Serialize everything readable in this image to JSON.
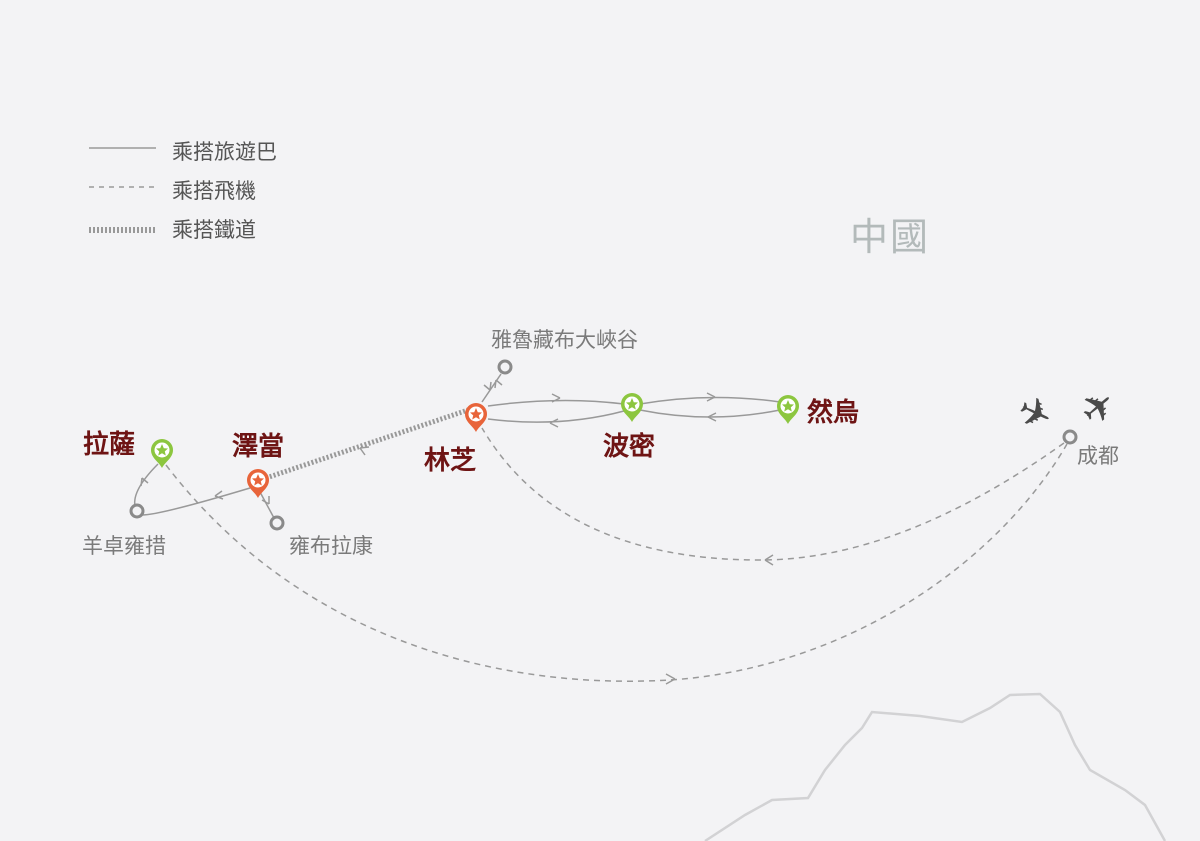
{
  "legend": {
    "bus": "乘搭旅遊巴",
    "flight": "乘搭飛機",
    "rail": "乘搭鐵道"
  },
  "country": "中國",
  "places": {
    "lhasa": "拉薩",
    "zedang": "澤當",
    "linzhi": "林芝",
    "bomi": "波密",
    "ranwu": "然烏",
    "chengdu": "成都",
    "yarlung": "雅魯藏布大峽谷",
    "yamdrok": "羊卓雍措",
    "yongbulakang": "雍布拉康"
  },
  "icons": {
    "plane": "plane-icon",
    "pin": "star-pin-icon",
    "stop": "circle-stop-icon"
  },
  "colors": {
    "orange_pin": "#e8643a",
    "green_pin": "#8cc63f",
    "main_label": "#6e1414",
    "route": "#999999"
  }
}
